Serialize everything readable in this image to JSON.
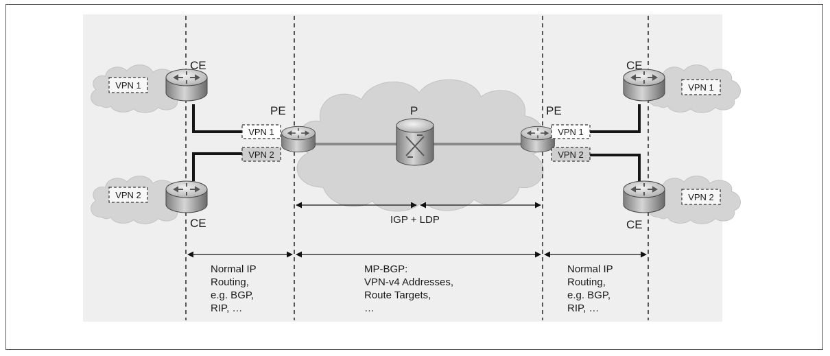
{
  "nodes": {
    "ce_top_left": "CE",
    "ce_bottom_left": "CE",
    "pe_left": "PE",
    "p_core": "P",
    "pe_right": "PE",
    "ce_top_right": "CE",
    "ce_bottom_right": "CE"
  },
  "vpn_labels": {
    "site_top_left": "VPN 1",
    "site_bottom_left": "VPN 2",
    "pe_left_1": "VPN 1",
    "pe_left_2": "VPN 2",
    "pe_right_1": "VPN 1",
    "pe_right_2": "VPN 2",
    "site_top_right": "VPN 1",
    "site_bottom_right": "VPN 2"
  },
  "spans": {
    "core_igp": "IGP + LDP",
    "left_routing": [
      "Normal IP",
      "Routing,",
      "e.g. BGP,",
      "RIP, …"
    ],
    "middle_routing": [
      "MP-BGP:",
      "VPN-v4 Addresses,",
      "Route Targets,",
      "…"
    ],
    "right_routing": [
      "Normal IP",
      "Routing,",
      "e.g. BGP,",
      "RIP, …"
    ]
  },
  "colors": {
    "panel": "#efefef",
    "cloud": "#d4d4d4",
    "link_access": "#151515",
    "link_core": "#8a8a8a",
    "vpn2_box": "#cfcfcf"
  }
}
